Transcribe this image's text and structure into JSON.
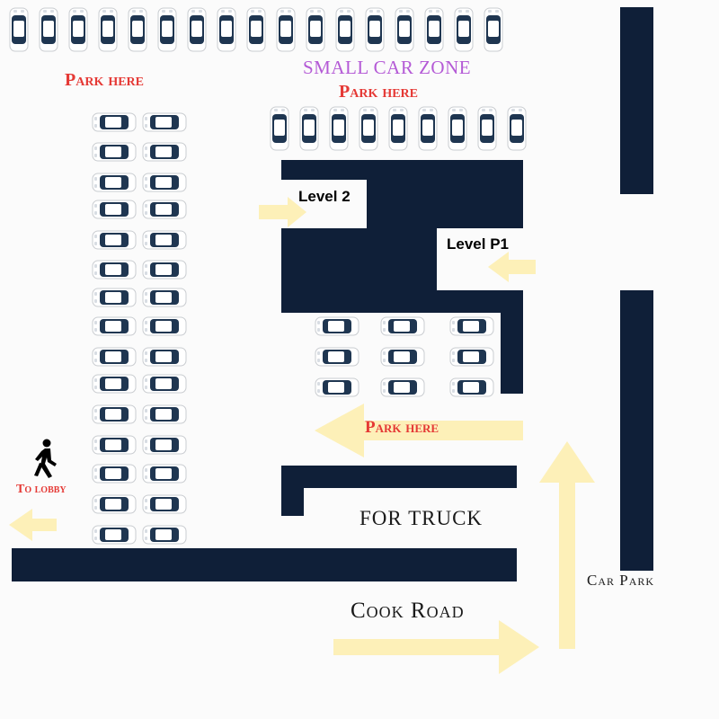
{
  "colors": {
    "wall": "#0f1f38",
    "arrow": "#fdf0b8",
    "park_label": "#e53935",
    "zone_label": "#b45ad6",
    "car_body": "#ffffff",
    "car_glass": "#1f3651"
  },
  "labels": {
    "park_here_left": "Park here",
    "small_car_zone": "SMALL CAR ZONE",
    "park_here_top": "Park here",
    "level_2": "Level 2",
    "level_p1": "Level P1",
    "park_here_middle": "Park here",
    "to_lobby": "To lobby",
    "for_truck": "FOR TRUCK",
    "cook_road": "Cook Road",
    "car_park": "Car Park"
  },
  "icons": {
    "pedestrian": "walking-person-icon",
    "car": "car-top-view-icon",
    "arrow": "direction-arrow-icon"
  }
}
